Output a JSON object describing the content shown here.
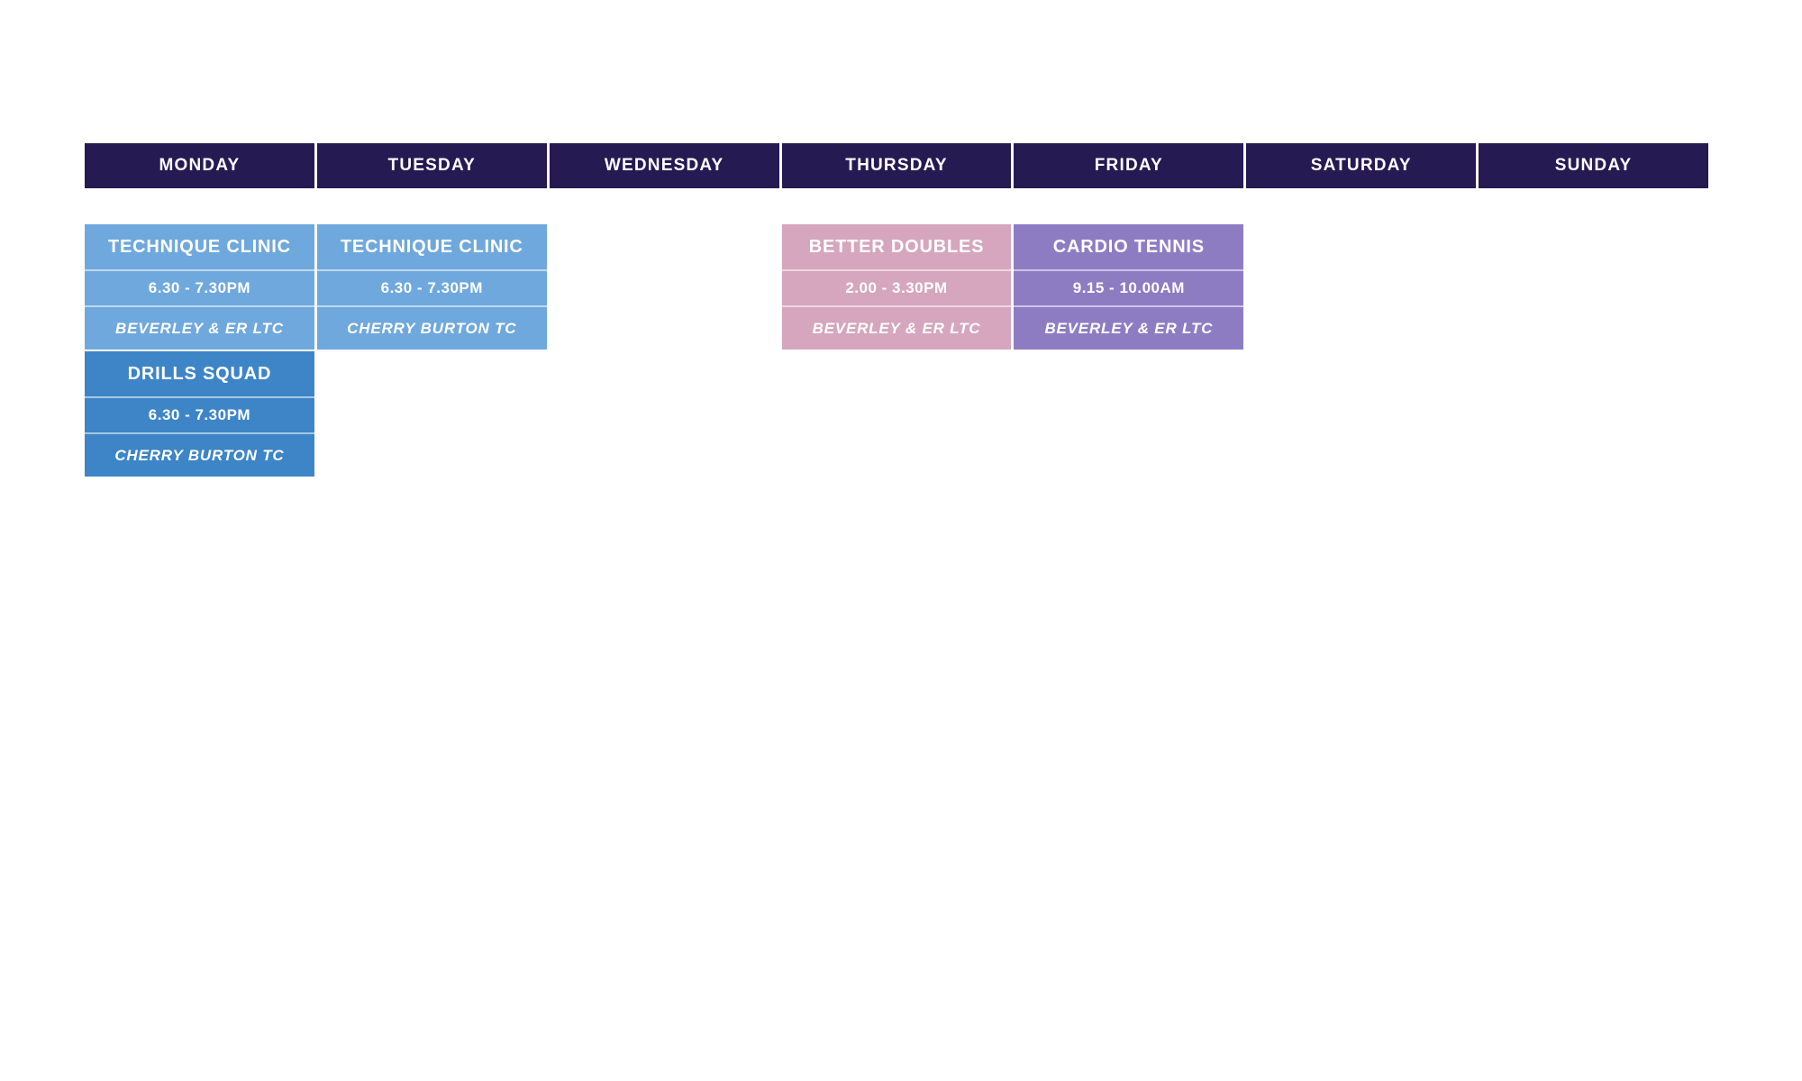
{
  "page": {
    "background": "#ffffff"
  },
  "colors": {
    "header_bg": "#251a52",
    "header_text": "#ffffff",
    "card_text": "#ffffff",
    "divider": "rgba(255,255,255,0.55)",
    "light_blue": "#6fa8dc",
    "blue": "#3d85c6",
    "pink": "#d5a6bd",
    "purple": "#8e7cc3"
  },
  "timetable": {
    "days": [
      {
        "label": "MONDAY",
        "events": [
          {
            "title": "TECHNIQUE CLINIC",
            "time": "6.30 - 7.30PM",
            "venue": "BEVERLEY & ER LTC",
            "color": "#6fa8dc"
          },
          {
            "title": "DRILLS SQUAD",
            "time": "6.30 - 7.30PM",
            "venue": "CHERRY BURTON TC",
            "color": "#3d85c6"
          }
        ]
      },
      {
        "label": "TUESDAY",
        "events": [
          {
            "title": "TECHNIQUE CLINIC",
            "time": "6.30 - 7.30PM",
            "venue": "CHERRY BURTON TC",
            "color": "#6fa8dc"
          }
        ]
      },
      {
        "label": "WEDNESDAY",
        "events": []
      },
      {
        "label": "THURSDAY",
        "events": [
          {
            "title": "BETTER DOUBLES",
            "time": "2.00 - 3.30PM",
            "venue": "BEVERLEY & ER LTC",
            "color": "#d5a6bd"
          }
        ]
      },
      {
        "label": "FRIDAY",
        "events": [
          {
            "title": "CARDIO TENNIS",
            "time": "9.15 - 10.00AM",
            "venue": "BEVERLEY & ER LTC",
            "color": "#8e7cc3"
          }
        ]
      },
      {
        "label": "SATURDAY",
        "events": []
      },
      {
        "label": "SUNDAY",
        "events": []
      }
    ]
  }
}
